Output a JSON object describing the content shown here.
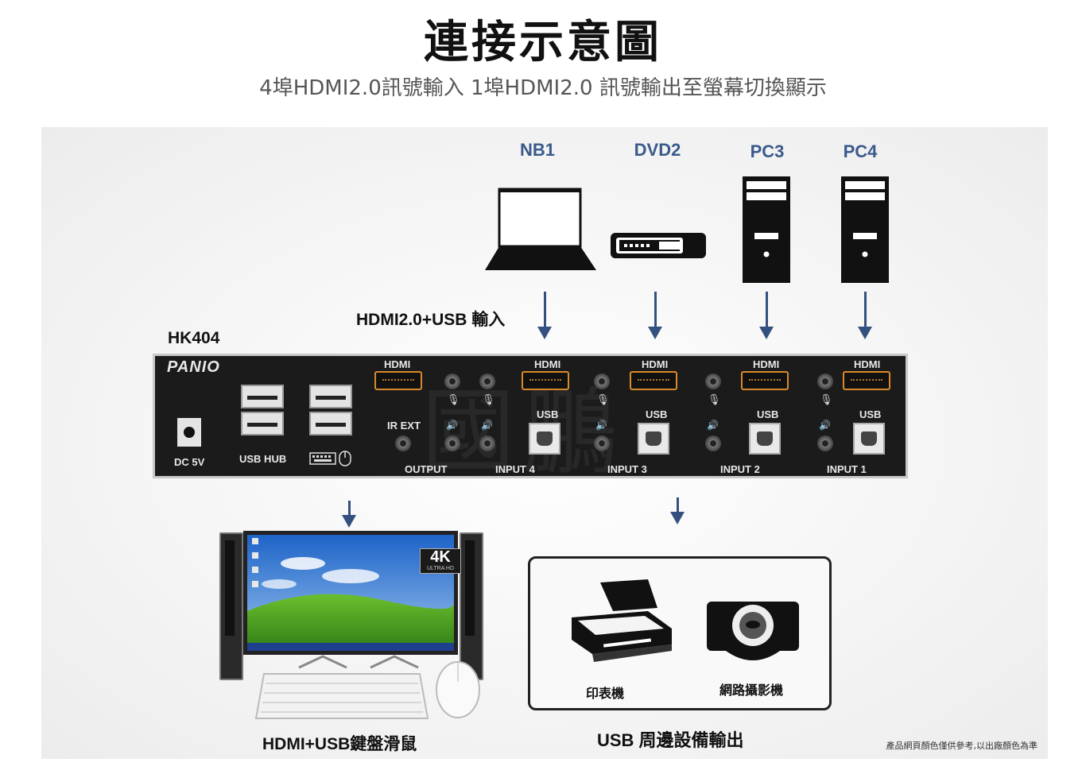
{
  "header": {
    "title": "連接示意圖",
    "subtitle": "4埠HDMI2.0訊號輸入 1埠HDMI2.0 訊號輸出至螢幕切換顯示"
  },
  "sources": [
    {
      "name": "NB1",
      "icon": "laptop-icon"
    },
    {
      "name": "DVD2",
      "icon": "dvd-player-icon"
    },
    {
      "name": "PC3",
      "icon": "desktop-tower-icon"
    },
    {
      "name": "PC4",
      "icon": "desktop-tower-icon"
    }
  ],
  "input_caption": "HDMI2.0+USB 輸入",
  "model": "HK404",
  "kvm": {
    "brand": "PANIO",
    "dc": "DC 5V",
    "usb_hub": "USB HUB",
    "ir_ext": "IR EXT",
    "output": "OUTPUT",
    "hdmi": "HDMI",
    "usb": "USB",
    "inputs": [
      "INPUT 4",
      "INPUT 3",
      "INPUT 2",
      "INPUT 1"
    ],
    "watermark": "國鵬"
  },
  "monitor": {
    "badge": "4K",
    "badge_sub": "ULTRA HD",
    "caption": "HDMI+USB鍵盤滑鼠"
  },
  "usb_out": {
    "printer": "印表機",
    "webcam": "網路攝影機",
    "caption": "USB 周邊設備輸出"
  },
  "note": "產品網頁顏色僅供參考,以出廠顏色為準",
  "colors": {
    "label_blue": "#3a5a8c",
    "arrow": "#33507e",
    "hdmi_port": "#d8892b",
    "panel_bg": "#1b1b1b"
  }
}
